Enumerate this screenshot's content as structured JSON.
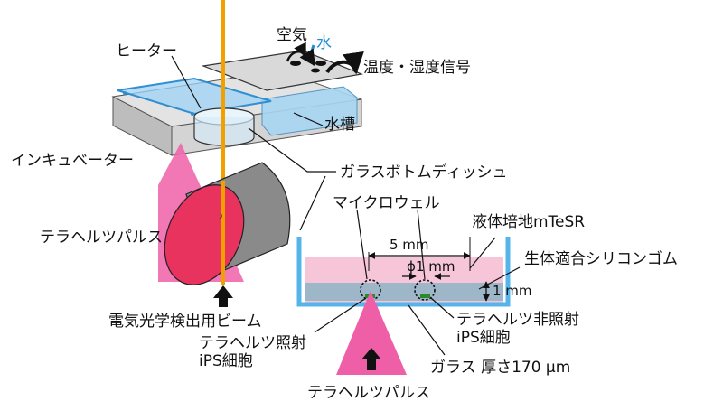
{
  "labels": {
    "heater": "ヒーター",
    "air": "空気",
    "water": "水",
    "temp_humidity_signal": "温度・湿度信号",
    "water_tank": "水槽",
    "incubator": "インキュベーター",
    "glass_bottom_dish": "ガラスボトムディッシュ",
    "terahertz_pulse_left": "テラヘルツパルス",
    "microwell": "マイクロウェル",
    "medium": "液体培地mTeSR",
    "dim_5mm": "5 mm",
    "dim_phi1mm": "ϕ1 mm",
    "silicone_rubber": "生体適合シリコンゴム",
    "dim_1mm": "1 mm",
    "eo_probe_beam": "電気光学検出用ビーム",
    "thz_nonirradiated_1": "テラヘルツ非照射",
    "thz_nonirradiated_2": "iPS細胞",
    "thz_irradiated_1": "テラヘルツ照射",
    "thz_irradiated_2": "iPS細胞",
    "glass_thickness": "ガラス 厚さ170 μm",
    "terahertz_pulse_bottom": "テラヘルツパルス"
  },
  "colors": {
    "probe_beam": "#f2a000",
    "thz_pink": "#ee5fa8",
    "thz_red": "#e8335f",
    "water_blue": "#8ec9ec",
    "dish_blue": "#55b4ea",
    "incubator_gray": "#c9c9c9",
    "medium_pink": "#f6c6d8",
    "silicone_gray": "#9db7c8"
  }
}
